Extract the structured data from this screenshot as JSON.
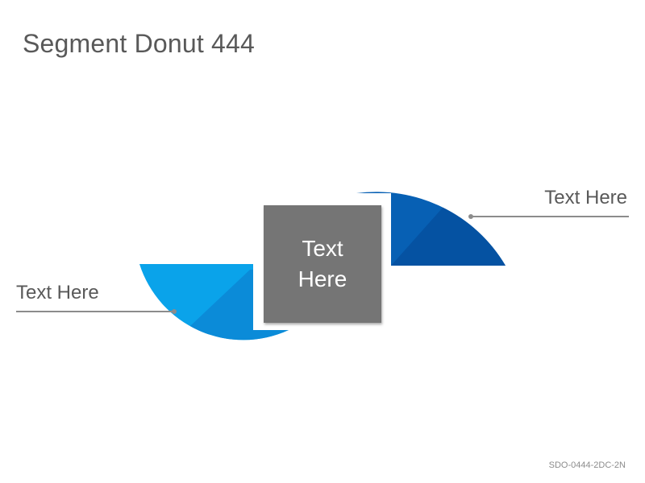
{
  "title": "Segment Donut 444",
  "center_box": {
    "text": "Text\nHere"
  },
  "labels": {
    "left": "Text Here",
    "right": "Text Here"
  },
  "segments": [
    {
      "position": "bottom-left",
      "color": "#0AA3EA",
      "shade_color": "#0B8BD8"
    },
    {
      "position": "top-right",
      "color": "#0760B4",
      "shade_color": "#0552A2"
    }
  ],
  "connector_color": "#8C8C8C",
  "footer_code": "SDO-0444-2DC-2N"
}
